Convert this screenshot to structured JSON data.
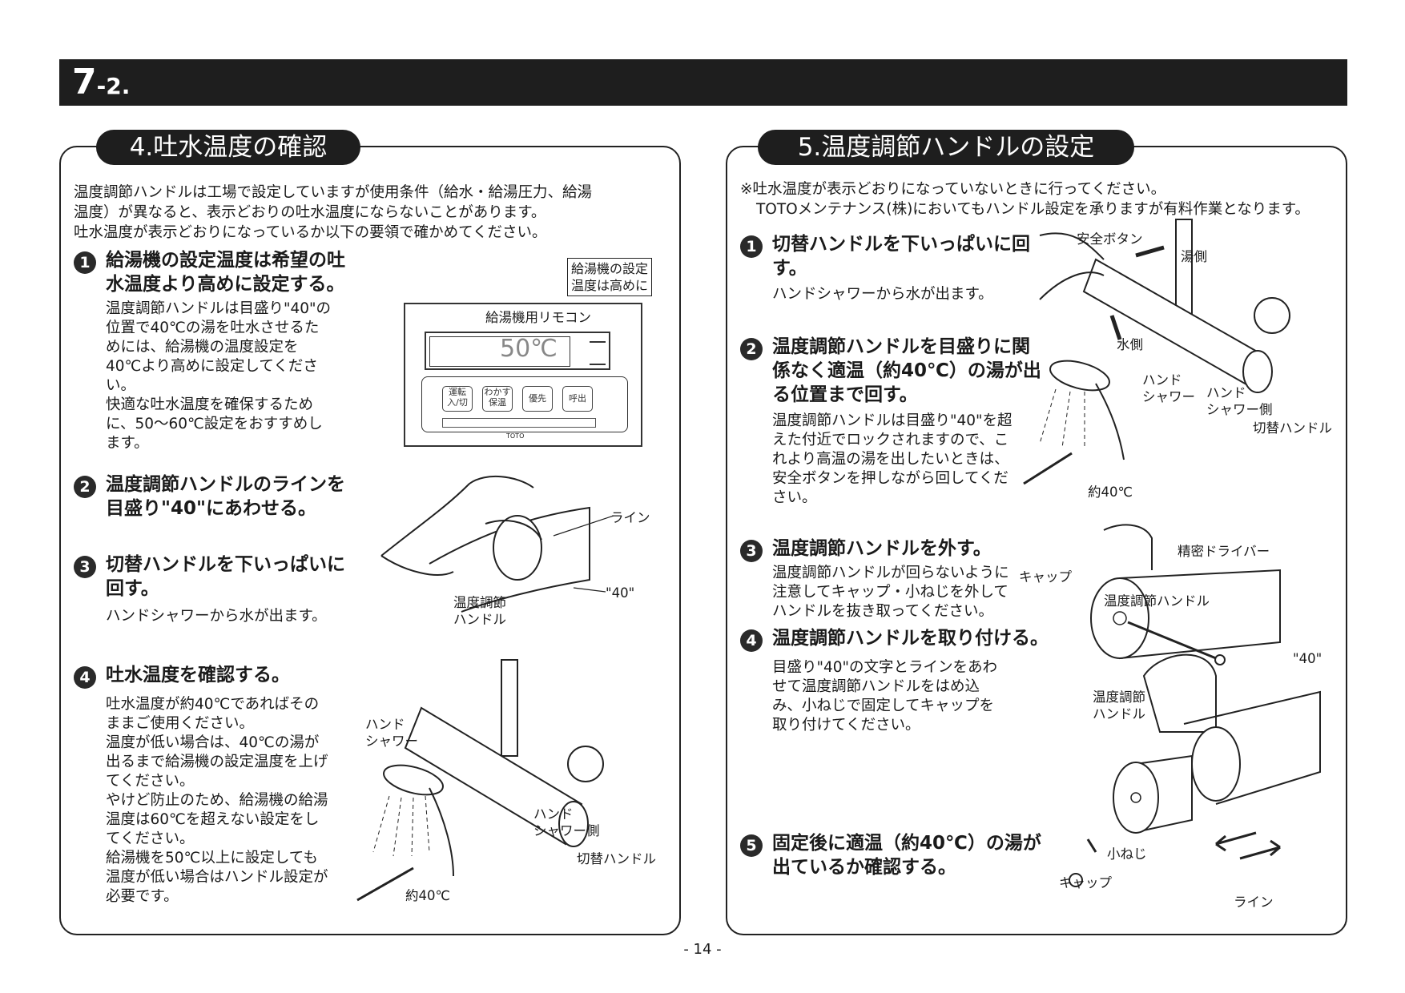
{
  "header": {
    "num_main": "7",
    "num_sub": "-2."
  },
  "left": {
    "tab": "4.吐水温度の確認",
    "intro": [
      "温度調節ハンドルは工場で設定していますが使用条件（給水・給湯圧力、給湯",
      "温度）が異なると、表示どおりの吐水温度にならないことがあります。",
      "吐水温度が表示どおりになっているか以下の要領で確かめてください。"
    ],
    "step1": {
      "num": "1",
      "title": [
        "給湯機の設定温度は希望の吐",
        "水温度より高めに設定する。"
      ],
      "body": [
        "温度調節ハンドルは目盛り\"40\"の",
        "位置で40℃の湯を吐水させるた",
        "めには、給湯機の温度設定を",
        "40℃より高めに設定してくださ",
        "い。",
        "快適な吐水温度を確保するため",
        "に、50～60℃設定をおすすめし",
        "ます。"
      ]
    },
    "remote": {
      "callout": [
        "給湯機の設定",
        "温度は高めに"
      ],
      "title": "給湯機用リモコン",
      "display": "50℃",
      "buttons": [
        "運転入/切",
        "わかす保温",
        "優先",
        "呼出"
      ],
      "brand": "TOTO"
    },
    "step2": {
      "num": "2",
      "title": [
        "温度調節ハンドルのラインを",
        "目盛り\"40\"にあわせる。"
      ],
      "labels": {
        "line": "ライン",
        "forty": "\"40\"",
        "handle": [
          "温度調節",
          "ハンドル"
        ]
      }
    },
    "step3": {
      "num": "3",
      "title": [
        "切替ハンドルを下いっぱいに",
        "回す。"
      ],
      "body": [
        "ハンドシャワーから水が出ます。"
      ]
    },
    "step4": {
      "num": "4",
      "title": [
        "吐水温度を確認する。"
      ],
      "body": [
        "吐水温度が約40℃であればその",
        "ままご使用ください。",
        "温度が低い場合は、40℃の湯が",
        "出るまで給湯機の設定温度を上げ",
        "てください。",
        "やけど防止のため、給湯機の給湯",
        "温度は60℃を超えない設定をし",
        "てください。",
        "給湯機を50℃以上に設定しても",
        "温度が低い場合はハンドル設定が",
        "必要です。"
      ],
      "labels": {
        "hand_shower": [
          "ハンド",
          "シャワー"
        ],
        "hand_shower_side": [
          "ハンド",
          "シャワー側"
        ],
        "switch_handle": "切替ハンドル",
        "approx40": "約40℃"
      }
    }
  },
  "right": {
    "tab": "5.温度調節ハンドルの設定",
    "intro": [
      "※吐水温度が表示どおりになっていないときに行ってください。",
      "TOTOメンテナンス(株)においてもハンドル設定を承りますが有料作業となります。"
    ],
    "step1": {
      "num": "1",
      "title": [
        "切替ハンドルを下いっぱいに回",
        "す。"
      ],
      "body": [
        "ハンドシャワーから水が出ます。"
      ],
      "labels": {
        "safety_button": "安全ボタン",
        "hot_side": "湯側",
        "water_side": "水側",
        "hand_shower": [
          "ハンド",
          "シャワー"
        ],
        "hand_shower_side": [
          "ハンド",
          "シャワー側"
        ],
        "switch_handle": "切替ハンドル",
        "approx40": "約40℃"
      }
    },
    "step2": {
      "num": "2",
      "title": [
        "温度調節ハンドルを目盛りに関",
        "係なく適温（約40℃）の湯が出",
        "る位置まで回す。"
      ],
      "body": [
        "温度調節ハンドルは目盛り\"40\"を超",
        "えた付近でロックされますので、こ",
        "れより高温の湯を出したいときは、",
        "安全ボタンを押しながら回してくだ",
        "さい。"
      ]
    },
    "step3": {
      "num": "3",
      "title": [
        "温度調節ハンドルを外す。"
      ],
      "body": [
        "温度調節ハンドルが回らないように",
        "注意してキャップ・小ねじを外して",
        "ハンドルを抜き取ってください。"
      ],
      "labels": {
        "driver": "精密ドライバー",
        "cap": "キャップ",
        "handle": "温度調節ハンドル"
      }
    },
    "step4": {
      "num": "4",
      "title": [
        "温度調節ハンドルを取り付ける。"
      ],
      "body": [
        "目盛り\"40\"の文字とラインをあわ",
        "せて温度調節ハンドルをはめ込",
        "み、小ねじで固定してキャップを",
        "取り付けてください。"
      ],
      "labels": {
        "forty": "\"40\"",
        "handle": [
          "温度調節",
          "ハンドル"
        ],
        "screw": "小ねじ",
        "cap": "キャップ",
        "line": "ライン"
      }
    },
    "step5": {
      "num": "5",
      "title": [
        "固定後に適温（約40℃）の湯が",
        "出ているか確認する。"
      ]
    }
  },
  "footer": {
    "page": "- 14 -"
  }
}
